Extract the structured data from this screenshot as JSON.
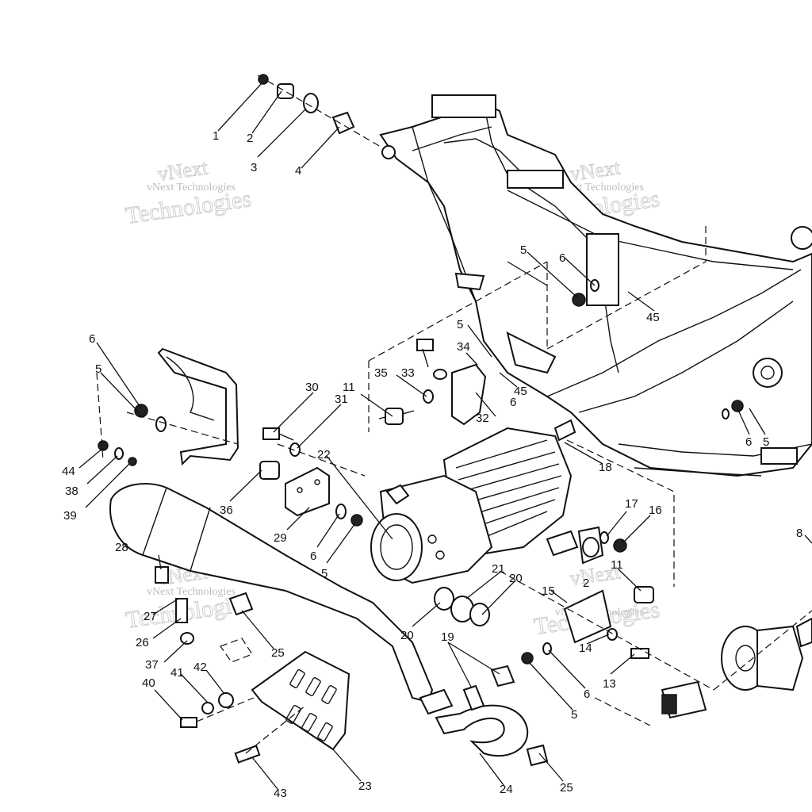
{
  "watermark": {
    "large_1": "vNext",
    "large_2": "Technologies",
    "small": "vNext Technologies"
  },
  "callouts": {
    "c1": "1",
    "c2": "2",
    "c3": "3",
    "c4": "4",
    "c5a": "5",
    "c5b": "5",
    "c5c": "5",
    "c5d": "5",
    "c5e": "5",
    "c5f": "5",
    "c6a": "6",
    "c6b": "6",
    "c6c": "6",
    "c6d": "6",
    "c6e": "6",
    "c6f": "6",
    "c8": "8",
    "c11a": "11",
    "c11b": "11",
    "c13": "13",
    "c14": "14",
    "c15": "15",
    "c16": "16",
    "c17": "17",
    "c18": "18",
    "c19": "19",
    "c20a": "20",
    "c20b": "20",
    "c21": "21",
    "c22": "22",
    "c23": "23",
    "c24": "24",
    "c25a": "25",
    "c25b": "25",
    "c26": "26",
    "c27": "27",
    "c28": "28",
    "c29": "29",
    "c30": "30",
    "c31": "31",
    "c32": "32",
    "c33": "33",
    "c34": "34",
    "c35": "35",
    "c36": "36",
    "c37": "37",
    "c38": "38",
    "c39": "39",
    "c40": "40",
    "c41": "41",
    "c42": "42",
    "c43": "43",
    "c44": "44",
    "c45a": "45",
    "c45b": "45",
    "c2b": "2"
  }
}
